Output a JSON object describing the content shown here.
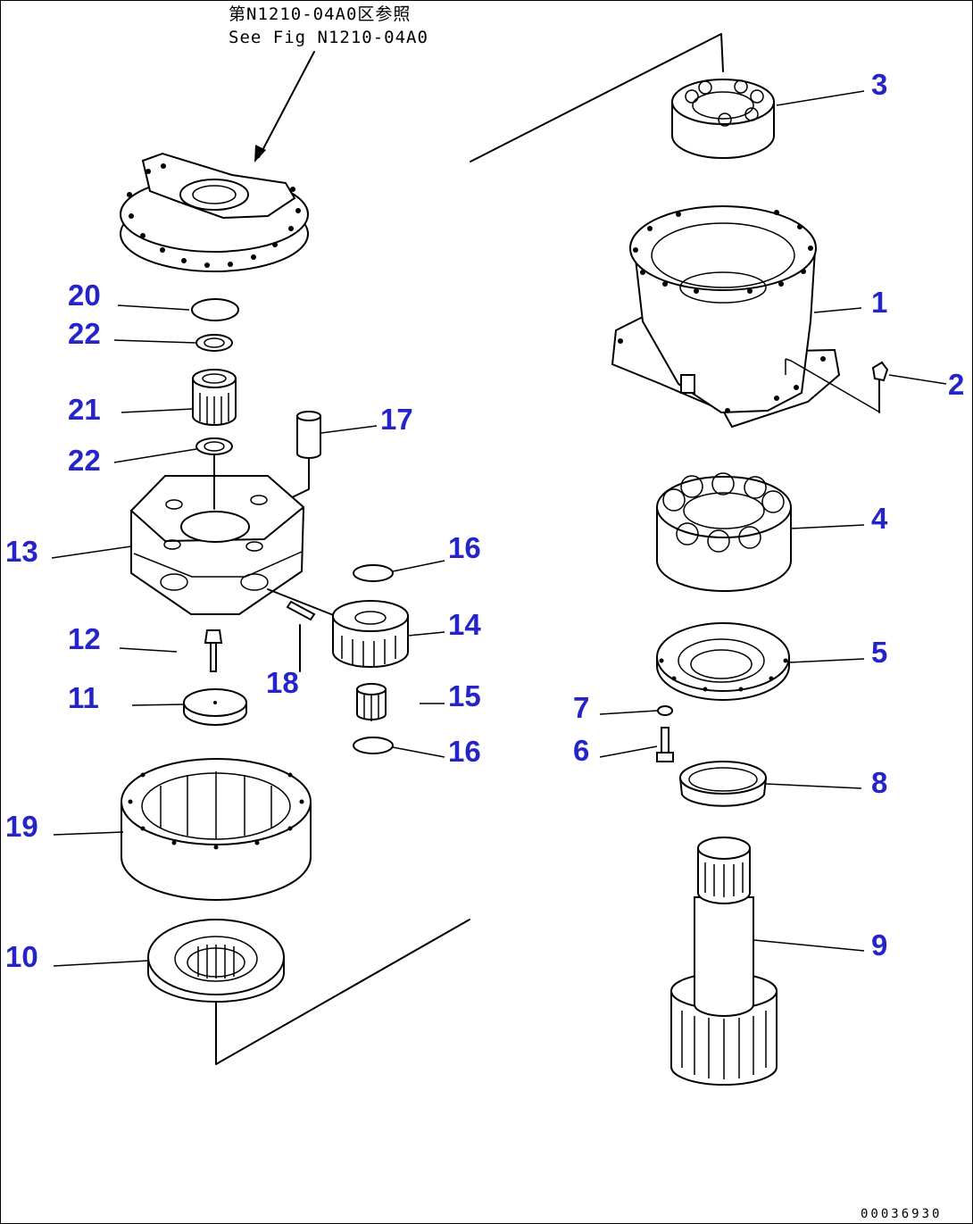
{
  "reference": {
    "line1": "第N1210-04A0区参照",
    "line2": "See Fig N1210-04A0"
  },
  "callouts": [
    "1",
    "2",
    "3",
    "4",
    "5",
    "6",
    "7",
    "8",
    "9",
    "10",
    "11",
    "12",
    "13",
    "14",
    "15",
    "16",
    "16",
    "17",
    "18",
    "19",
    "20",
    "21",
    "22",
    "22"
  ],
  "document_number": "00036930",
  "colors": {
    "callout": "#2424c8",
    "lines": "#000000",
    "background": "#ffffff"
  }
}
